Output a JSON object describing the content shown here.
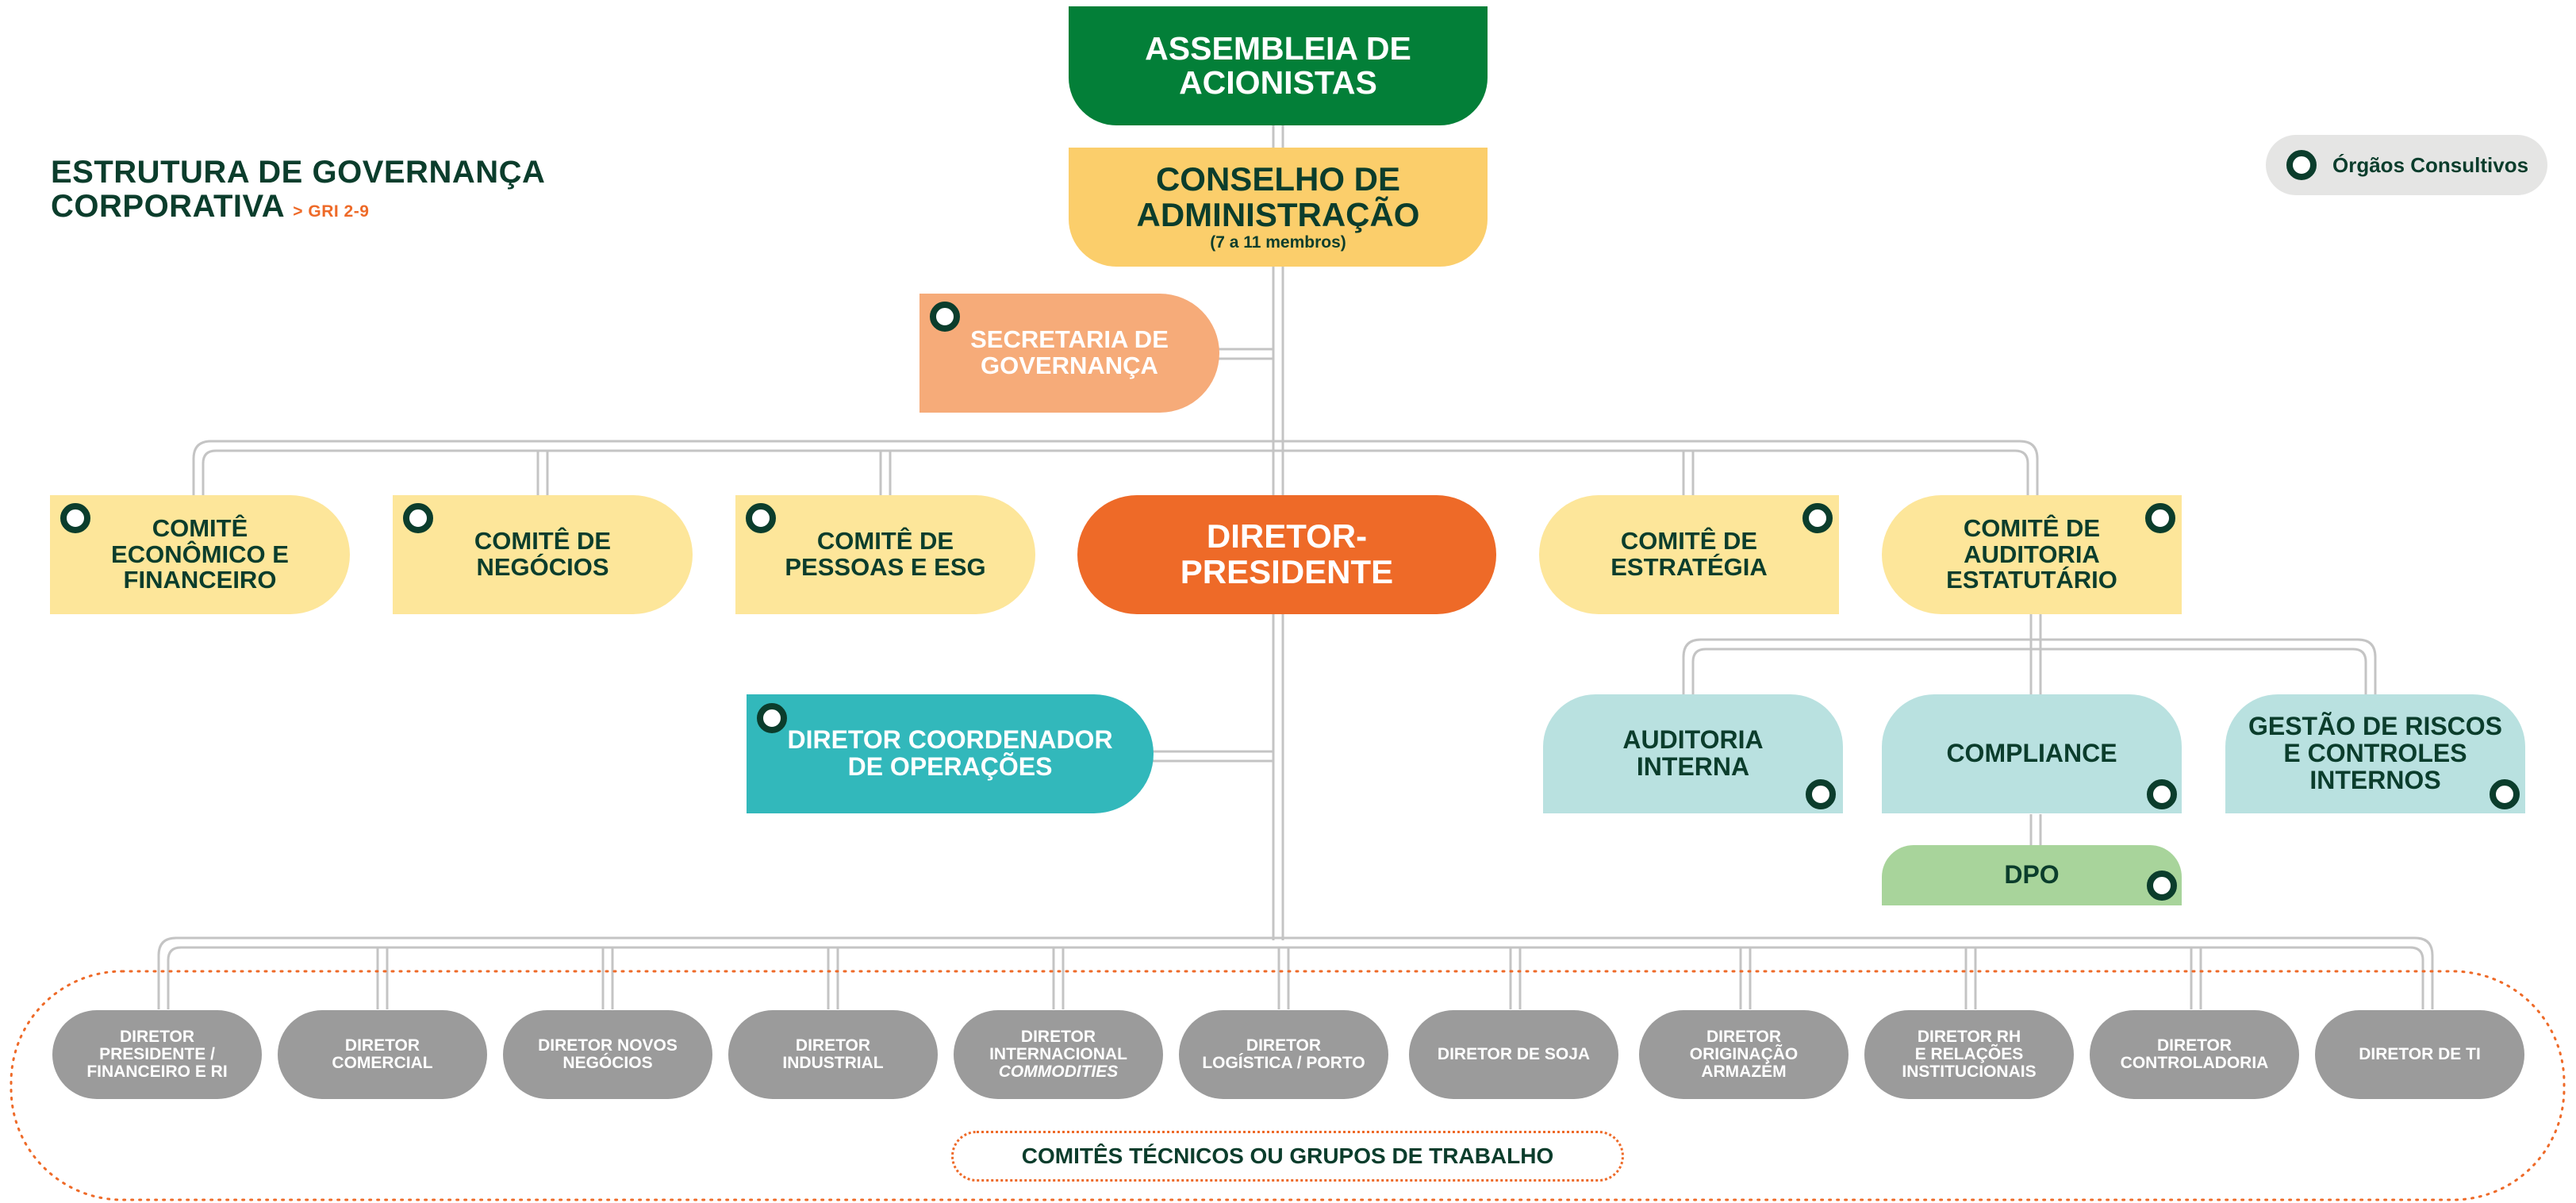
{
  "title": {
    "line1": "ESTRUTURA DE GOVERNANÇA",
    "line2": "CORPORATIVA",
    "gri": "> GRI 2-9"
  },
  "legend": {
    "label": "Órgãos Consultivos"
  },
  "top": {
    "assembleia": "ASSEMBLEIA DE\nACIONISTAS",
    "conselho": "CONSELHO DE\nADMINISTRAÇÃO",
    "conselho_sub": "(7 a 11 membros)",
    "secretaria": "SECRETARIA DE\nGOVERNANÇA"
  },
  "comites": {
    "economico": "COMITÊ\nECONÔMICO E\nFINANCEIRO",
    "negocios": "COMITÊ DE\nNEGÓCIOS",
    "pessoas": "COMITÊ DE\nPESSOAS E ESG",
    "estrategia": "COMITÊ DE\nESTRATÉGIA",
    "auditoria": "COMITÊ DE\nAUDITORIA\nESTATUTÁRIO"
  },
  "diretor_presidente": "DIRETOR-\nPRESIDENTE",
  "coordenador": "DIRETOR COORDENADOR\nDE OPERAÇÕES",
  "auditoria_branch": {
    "interna": "AUDITORIA\nINTERNA",
    "compliance": "COMPLIANCE",
    "riscos": "GESTÃO DE RISCOS\nE CONTROLES\nINTERNOS",
    "dpo": "DPO"
  },
  "diretores": [
    {
      "label": "DIRETOR\nPRESIDENTE /\nFINANCEIRO E RI"
    },
    {
      "label": "DIRETOR\nCOMERCIAL"
    },
    {
      "label": "DIRETOR NOVOS\nNEGÓCIOS"
    },
    {
      "label": "DIRETOR\nINDUSTRIAL"
    },
    {
      "label": "DIRETOR\nINTERNACIONAL",
      "label_italic": "COMMODITIES"
    },
    {
      "label": "DIRETOR\nLOGÍSTICA / PORTO"
    },
    {
      "label": "DIRETOR DE SOJA"
    },
    {
      "label": "DIRETOR\nORIGINAÇÃO\nARMAZÉM"
    },
    {
      "label": "DIRETOR RH\nE RELAÇÕES\nINSTITUCIONAIS"
    },
    {
      "label": "DIRETOR\nCONTROLADORIA"
    },
    {
      "label": "DIRETOR DE TI"
    }
  ],
  "comites_tecnicos": "COMITÊS TÉCNICOS OU GRUPOS DE TRABALHO",
  "colors": {
    "dark_green": "#0b3d2c",
    "assembleia": "#037f38",
    "conselho": "#fbce6b",
    "secretaria": "#f6ab79",
    "comite": "#fde69a",
    "diretor_presidente": "#ee6a28",
    "coordenador": "#32b8bb",
    "auditoria_branch": "#b9e1e0",
    "dpo": "#a8d49b",
    "diretores": "#9b9b9b",
    "lines": "#c8c8c8"
  }
}
